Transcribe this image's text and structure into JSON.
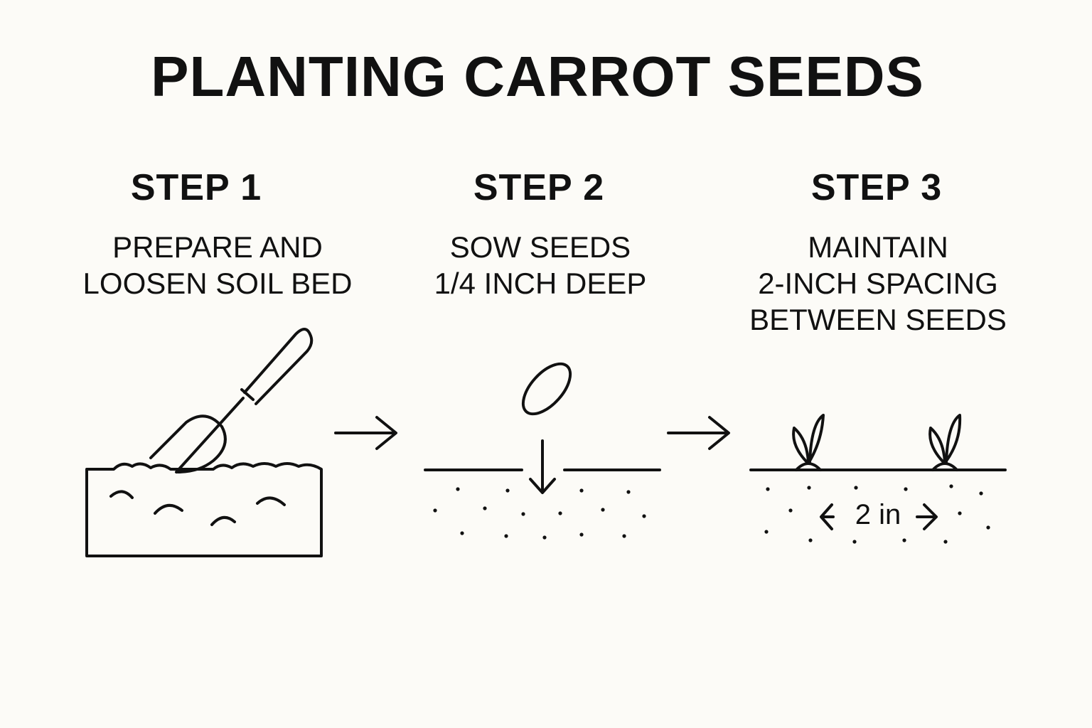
{
  "title": "PLANTING CARROT SEEDS",
  "steps": [
    {
      "heading": "STEP 1",
      "lines": [
        "PREPARE AND",
        "LOOSEN SOIL BED"
      ],
      "icon": "garden-trowel-in-soil-icon"
    },
    {
      "heading": "STEP 2",
      "lines": [
        "SOW SEEDS",
        "1/4 INCH DEEP"
      ],
      "icon": "seed-dropping-into-soil-icon"
    },
    {
      "heading": "STEP 3",
      "lines": [
        "MAINTAIN",
        "2-INCH SPACING",
        "BETWEEN SEEDS"
      ],
      "icon": "sprouts-with-spacing-icon"
    }
  ],
  "spacing_label": "2 in",
  "colors": {
    "background": "#fcfbf7",
    "ink": "#111111"
  }
}
